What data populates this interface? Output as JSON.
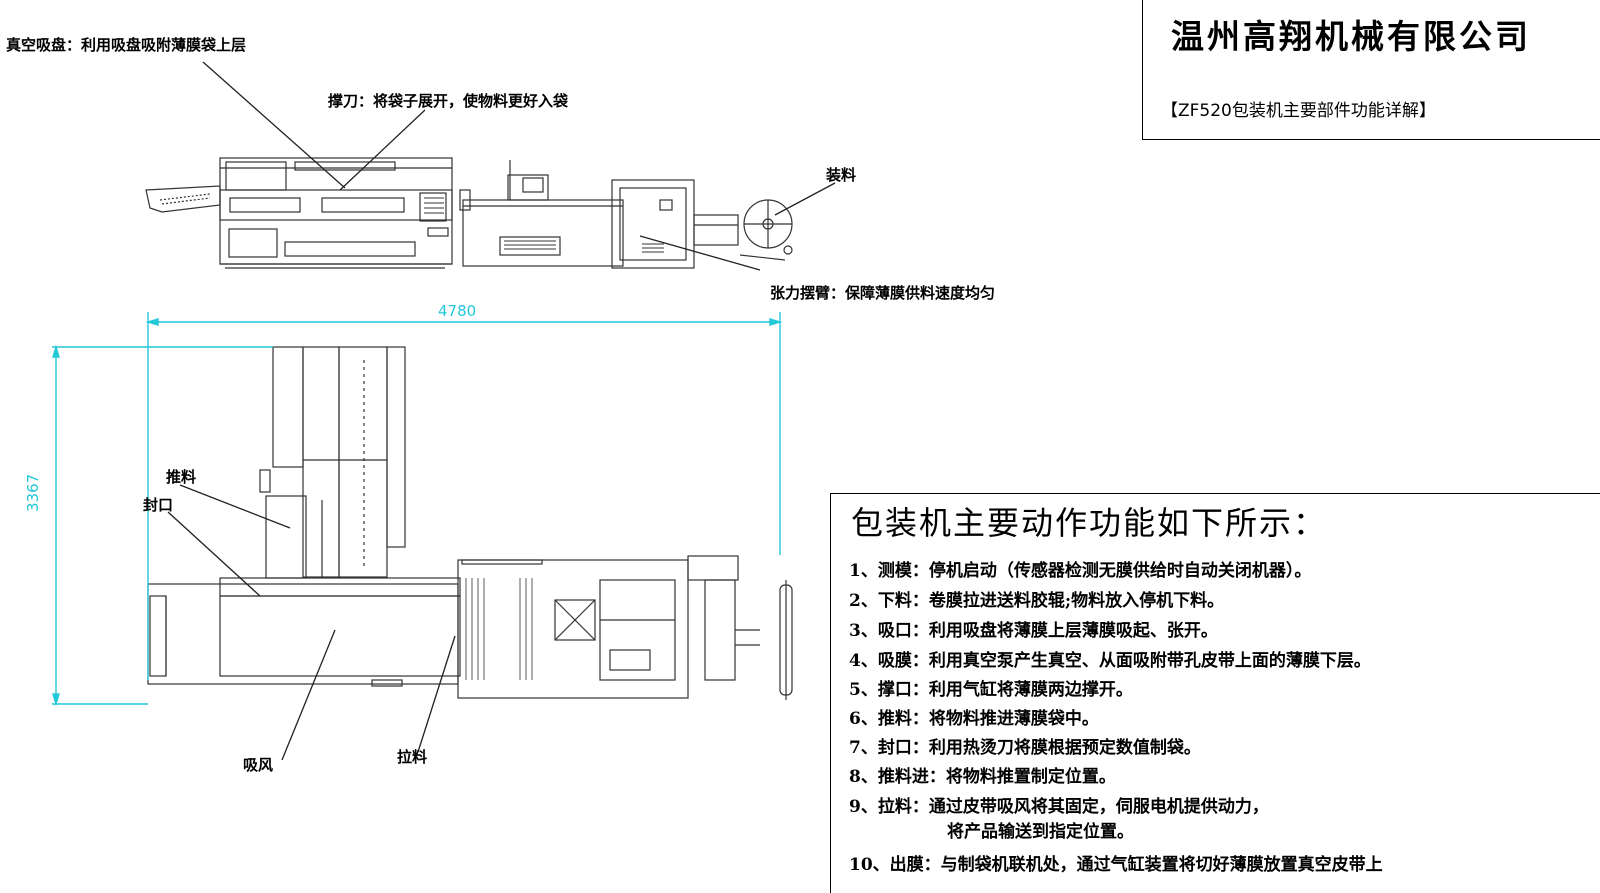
{
  "company": {
    "name": "温州高翔机械有限公司",
    "subtitle": "【ZF520包装机主要部件功能详解】"
  },
  "callouts": {
    "vacuum_cup": "真空吸盘：利用吸盘吸附薄膜袋上层",
    "spreader": "撑刀：将袋子展开，使物料更好入袋",
    "loading": "装料",
    "tension_arm": "张力摆臂：保障薄膜供料速度均匀",
    "push": "推料",
    "seal": "封口",
    "suction": "吸风",
    "pull": "拉料"
  },
  "dimensions": {
    "width": "4780",
    "height": "3367"
  },
  "functions": {
    "title": "包装机主要动作功能如下所示：",
    "items": [
      "1、测模：停机启动（传感器检测无膜供给时自动关闭机器）。",
      "2、下料：卷膜拉进送料胶辊;物料放入停机下料。",
      "3、吸口：利用吸盘将薄膜上层薄膜吸起、张开。",
      "4、吸膜：利用真空泵产生真空、从面吸附带孔皮带上面的薄膜下层。",
      "5、撑口：利用气缸将薄膜两边撑开。",
      "6、推料：将物料推进薄膜袋中。",
      "7、封口：利用热烫刀将膜根据预定数值制袋。",
      "8、推料进：将物料推置制定位置。",
      "9、拉料：通过皮带吸风将其固定，伺服电机提供动力，",
      "将产品输送到指定位置。",
      "10、出膜：与制袋机联机处，通过气缸装置将切好薄膜放置真空皮带上"
    ]
  },
  "colors": {
    "dimension_line": "#22c8d8",
    "drawing": "#333333"
  }
}
